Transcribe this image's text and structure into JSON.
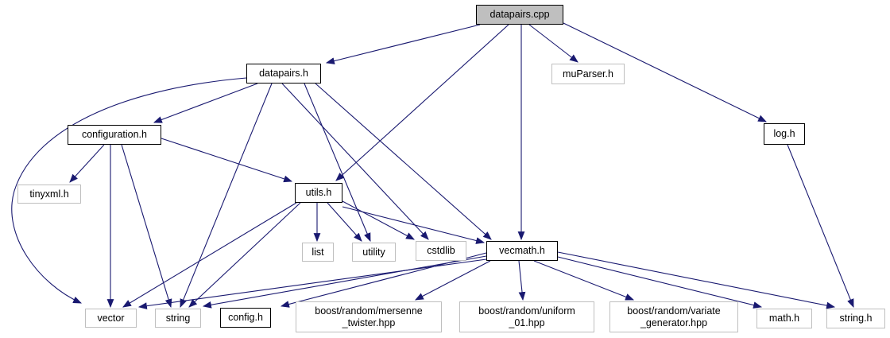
{
  "colors": {
    "edge": "#191970",
    "node_border_internal": "#000000",
    "node_border_external": "#bfbfbf",
    "node_fill": "#ffffff",
    "root_fill": "#bfbfbf",
    "text": "#000000",
    "background": "#ffffff"
  },
  "nodes": [
    {
      "id": "datapairs-cpp",
      "label": "datapairs.cpp"
    },
    {
      "id": "datapairs-h",
      "label": "datapairs.h"
    },
    {
      "id": "muparser-h",
      "label": "muParser.h"
    },
    {
      "id": "log-h",
      "label": "log.h"
    },
    {
      "id": "configuration-h",
      "label": "configuration.h"
    },
    {
      "id": "tinyxml-h",
      "label": "tinyxml.h"
    },
    {
      "id": "utils-h",
      "label": "utils.h"
    },
    {
      "id": "list",
      "label": "list"
    },
    {
      "id": "utility",
      "label": "utility"
    },
    {
      "id": "cstdlib",
      "label": "cstdlib"
    },
    {
      "id": "vecmath-h",
      "label": "vecmath.h"
    },
    {
      "id": "vector",
      "label": "vector"
    },
    {
      "id": "string",
      "label": "string"
    },
    {
      "id": "config-h",
      "label": "config.h"
    },
    {
      "id": "boost-mersenne",
      "lines": [
        "boost/random/mersenne",
        "_twister.hpp"
      ]
    },
    {
      "id": "boost-uniform",
      "lines": [
        "boost/random/uniform",
        "_01.hpp"
      ]
    },
    {
      "id": "boost-variate",
      "lines": [
        "boost/random/variate",
        "_generator.hpp"
      ]
    },
    {
      "id": "math-h",
      "label": "math.h"
    },
    {
      "id": "string-h",
      "label": "string.h"
    }
  ],
  "edges": [
    {
      "from": "datapairs.cpp",
      "to": "datapairs.h"
    },
    {
      "from": "datapairs.cpp",
      "to": "utils.h"
    },
    {
      "from": "datapairs.cpp",
      "to": "vecmath.h"
    },
    {
      "from": "datapairs.cpp",
      "to": "muParser.h"
    },
    {
      "from": "datapairs.cpp",
      "to": "log.h"
    },
    {
      "from": "datapairs.h",
      "to": "configuration.h"
    },
    {
      "from": "datapairs.h",
      "to": "vector"
    },
    {
      "from": "datapairs.h",
      "to": "string"
    },
    {
      "from": "datapairs.h",
      "to": "utility"
    },
    {
      "from": "datapairs.h",
      "to": "cstdlib"
    },
    {
      "from": "datapairs.h",
      "to": "vecmath.h"
    },
    {
      "from": "configuration.h",
      "to": "tinyxml.h"
    },
    {
      "from": "configuration.h",
      "to": "vector"
    },
    {
      "from": "configuration.h",
      "to": "string"
    },
    {
      "from": "configuration.h",
      "to": "utils.h"
    },
    {
      "from": "utils.h",
      "to": "list"
    },
    {
      "from": "utils.h",
      "to": "utility"
    },
    {
      "from": "utils.h",
      "to": "cstdlib"
    },
    {
      "from": "utils.h",
      "to": "vecmath.h"
    },
    {
      "from": "utils.h",
      "to": "vector"
    },
    {
      "from": "utils.h",
      "to": "string"
    },
    {
      "from": "vecmath.h",
      "to": "vector"
    },
    {
      "from": "vecmath.h",
      "to": "string"
    },
    {
      "from": "vecmath.h",
      "to": "config.h"
    },
    {
      "from": "vecmath.h",
      "to": "boost/random/mersenne_twister.hpp"
    },
    {
      "from": "vecmath.h",
      "to": "boost/random/uniform_01.hpp"
    },
    {
      "from": "vecmath.h",
      "to": "boost/random/variate_generator.hpp"
    },
    {
      "from": "vecmath.h",
      "to": "math.h"
    },
    {
      "from": "vecmath.h",
      "to": "string.h"
    },
    {
      "from": "log.h",
      "to": "string.h"
    }
  ]
}
